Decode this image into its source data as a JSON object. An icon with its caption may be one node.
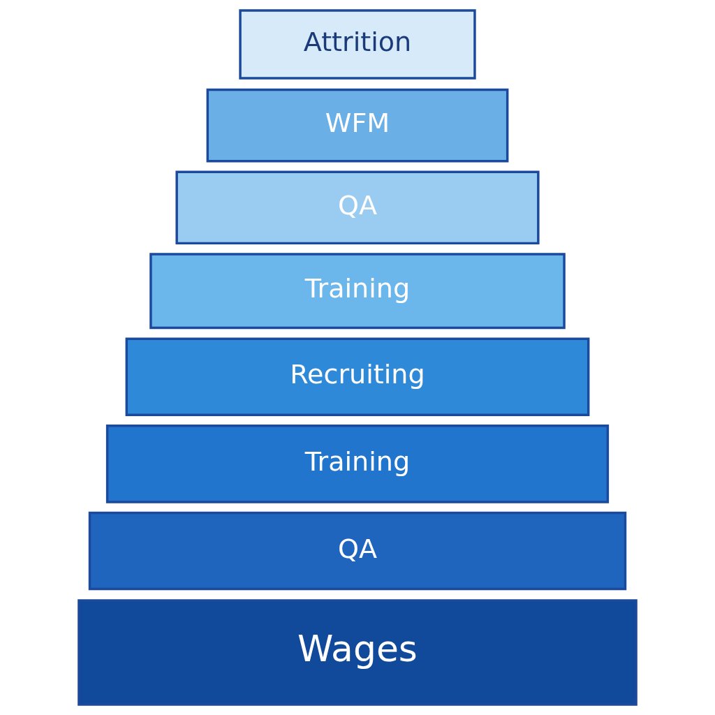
{
  "diagram": {
    "nodes": [
      {
        "text": [
          "Attrition"
        ]
      },
      {
        "text": [
          "WFM"
        ]
      },
      {
        "text": [
          "QA"
        ]
      },
      {
        "text": [
          "Training"
        ]
      },
      {
        "text": [
          "Recruiting"
        ]
      },
      {
        "text": [
          "Training"
        ]
      },
      {
        "text": [
          "QA"
        ]
      },
      {
        "text": [
          "Wages"
        ]
      }
    ]
  }
}
